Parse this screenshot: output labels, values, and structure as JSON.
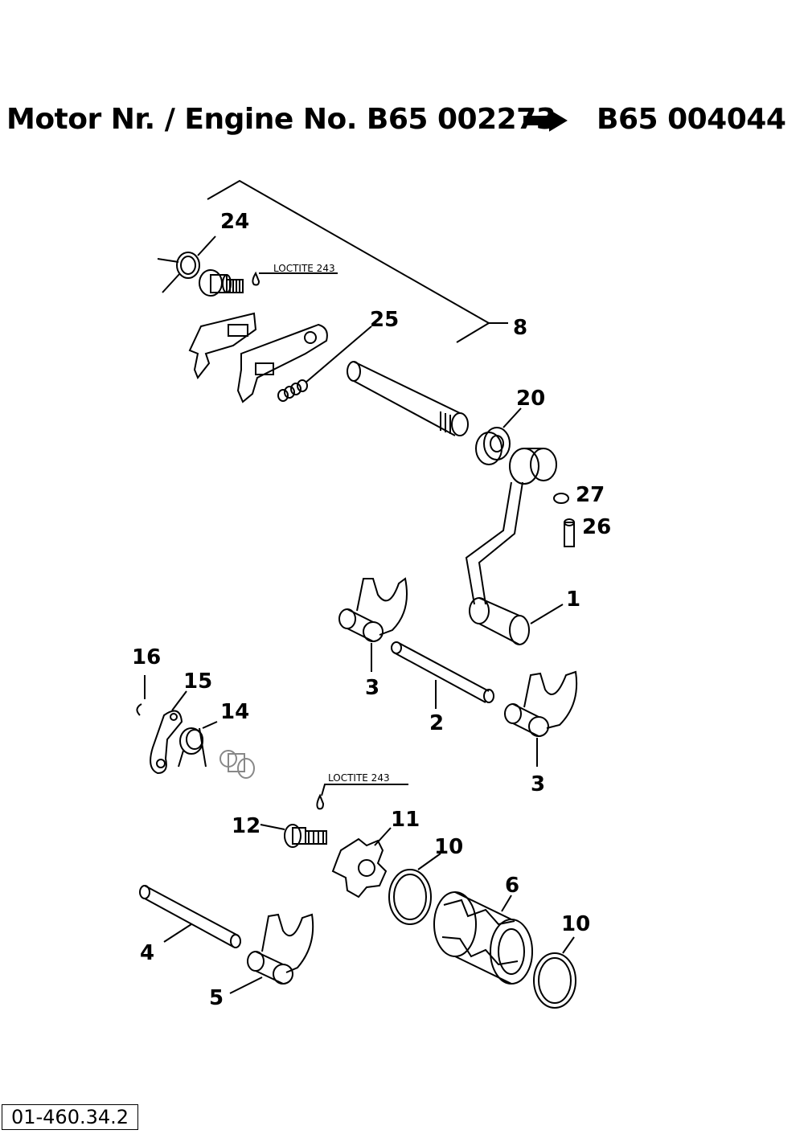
{
  "header": {
    "title_left": "Motor Nr. / Engine No. B65 002273",
    "title_right": "B65 004044",
    "arrow_icon": "right-arrow-icon"
  },
  "notes": {
    "loctite_top": "LOCTITE 243",
    "loctite_bottom": "LOCTITE 243"
  },
  "part_labels": {
    "p24": "24",
    "p25": "25",
    "p8": "8",
    "p20": "20",
    "p27": "27",
    "p26": "26",
    "p1": "1",
    "p3a": "3",
    "p3b": "3",
    "p2": "2",
    "p16": "16",
    "p15": "15",
    "p14": "14",
    "p12": "12",
    "p11": "11",
    "p10a": "10",
    "p10b": "10",
    "p6": "6",
    "p4": "4",
    "p5": "5"
  },
  "footer": {
    "reference_code": "01-460.34.2"
  }
}
